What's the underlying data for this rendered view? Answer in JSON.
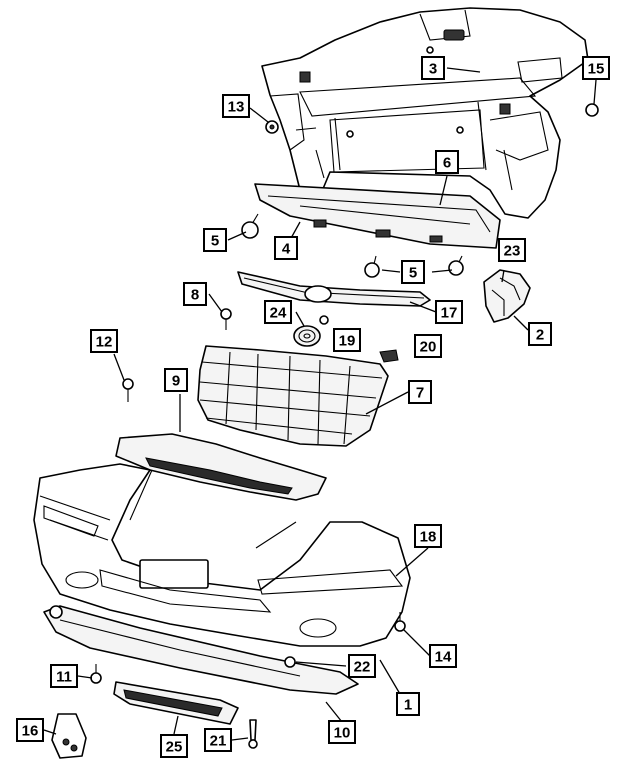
{
  "diagram": {
    "callouts": [
      {
        "id": "c1",
        "label": "1"
      },
      {
        "id": "c2",
        "label": "2"
      },
      {
        "id": "c3",
        "label": "3"
      },
      {
        "id": "c4",
        "label": "4"
      },
      {
        "id": "c5a",
        "label": "5"
      },
      {
        "id": "c5b",
        "label": "5"
      },
      {
        "id": "c6",
        "label": "6"
      },
      {
        "id": "c7",
        "label": "7"
      },
      {
        "id": "c8",
        "label": "8"
      },
      {
        "id": "c9",
        "label": "9"
      },
      {
        "id": "c10",
        "label": "10"
      },
      {
        "id": "c11",
        "label": "11"
      },
      {
        "id": "c12",
        "label": "12"
      },
      {
        "id": "c13",
        "label": "13"
      },
      {
        "id": "c14",
        "label": "14"
      },
      {
        "id": "c15",
        "label": "15"
      },
      {
        "id": "c16",
        "label": "16"
      },
      {
        "id": "c17",
        "label": "17"
      },
      {
        "id": "c18",
        "label": "18"
      },
      {
        "id": "c19",
        "label": "19"
      },
      {
        "id": "c20",
        "label": "20"
      },
      {
        "id": "c21",
        "label": "21"
      },
      {
        "id": "c22",
        "label": "22"
      },
      {
        "id": "c23",
        "label": "23"
      },
      {
        "id": "c24",
        "label": "24"
      },
      {
        "id": "c25",
        "label": "25"
      }
    ]
  }
}
